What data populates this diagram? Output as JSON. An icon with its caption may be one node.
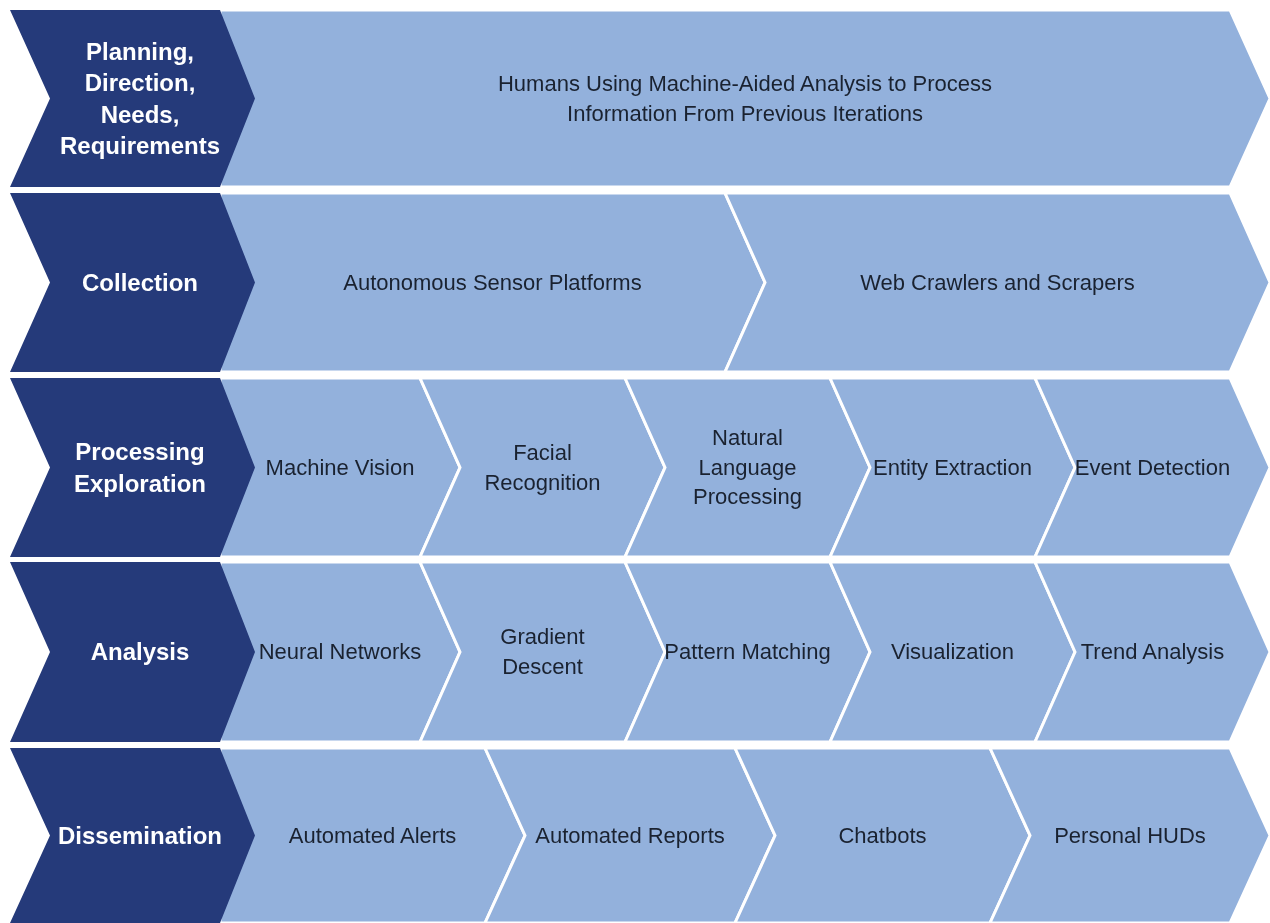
{
  "diagram": {
    "nodes": [
      {
        "text": [
          "Planning, Direction, Needs, Requirements"
        ]
      },
      {
        "text": [
          "Humans Using Machine-Aided Analysis to Process Information From Previous Iterations"
        ]
      },
      {
        "text": [
          "Collection"
        ]
      },
      {
        "text": [
          "Autonomous Sensor Platforms"
        ]
      },
      {
        "text": [
          "Web Crawlers and Scrapers"
        ]
      },
      {
        "text": [
          "Processing Exploration"
        ]
      },
      {
        "text": [
          "Machine Vision"
        ]
      },
      {
        "text": [
          "Facial Recognition"
        ]
      },
      {
        "text": [
          "Natural Language Processing"
        ]
      },
      {
        "text": [
          "Entity Extraction"
        ]
      },
      {
        "text": [
          "Event Detection"
        ]
      },
      {
        "text": [
          "Analysis"
        ]
      },
      {
        "text": [
          "Neural Networks"
        ]
      },
      {
        "text": [
          "Gradient Descent"
        ]
      },
      {
        "text": [
          "Pattern Matching"
        ]
      },
      {
        "text": [
          "Visualization"
        ]
      },
      {
        "text": [
          "Trend Analysis"
        ]
      },
      {
        "text": [
          "Dissemination"
        ]
      },
      {
        "text": [
          "Automated Alerts"
        ]
      },
      {
        "text": [
          "Automated Reports"
        ]
      },
      {
        "text": [
          "Chatbots"
        ]
      },
      {
        "text": [
          "Personal HUDs"
        ]
      }
    ]
  }
}
